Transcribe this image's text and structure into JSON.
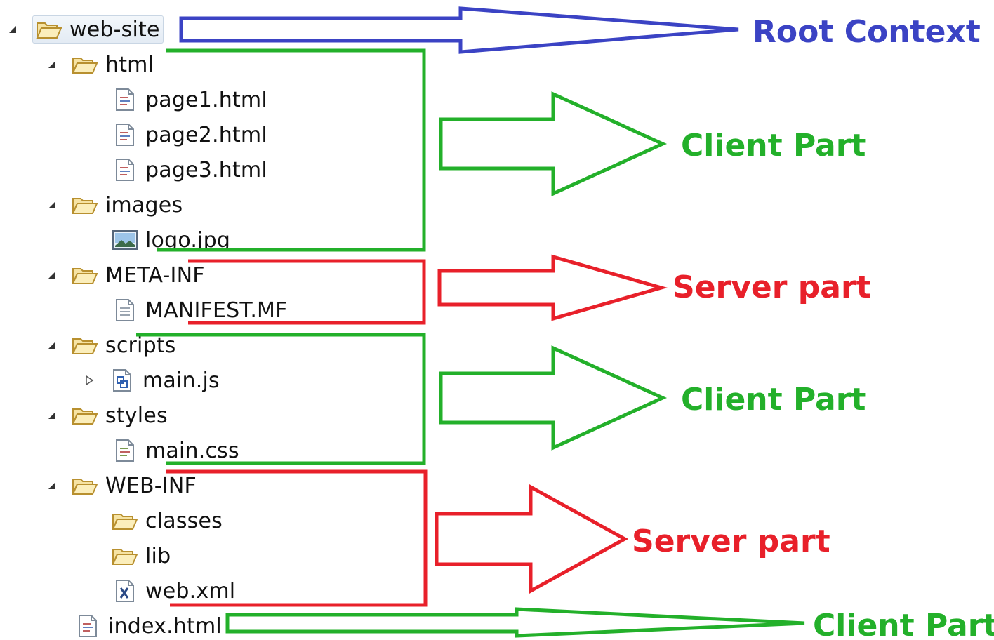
{
  "tree": [
    {
      "label": "web-site",
      "icon": "folder-icon",
      "twisty": "expanded",
      "selected": true
    },
    {
      "label": "html",
      "icon": "folder-icon",
      "twisty": "expanded"
    },
    {
      "label": "page1.html",
      "icon": "html-file-icon",
      "twisty": "none"
    },
    {
      "label": "page2.html",
      "icon": "html-file-icon",
      "twisty": "none"
    },
    {
      "label": "page3.html",
      "icon": "html-file-icon",
      "twisty": "none"
    },
    {
      "label": "images",
      "icon": "folder-icon",
      "twisty": "expanded"
    },
    {
      "label": "logo.jpg",
      "icon": "image-file-icon",
      "twisty": "none"
    },
    {
      "label": "META-INF",
      "icon": "folder-icon",
      "twisty": "expanded"
    },
    {
      "label": "MANIFEST.MF",
      "icon": "text-file-icon",
      "twisty": "none"
    },
    {
      "label": "scripts",
      "icon": "folder-icon",
      "twisty": "expanded"
    },
    {
      "label": "main.js",
      "icon": "js-file-icon",
      "twisty": "collapsed"
    },
    {
      "label": "styles",
      "icon": "folder-icon",
      "twisty": "expanded"
    },
    {
      "label": "main.css",
      "icon": "css-file-icon",
      "twisty": "none"
    },
    {
      "label": "WEB-INF",
      "icon": "folder-icon",
      "twisty": "expanded"
    },
    {
      "label": "classes",
      "icon": "folder-icon",
      "twisty": "none"
    },
    {
      "label": "lib",
      "icon": "folder-icon",
      "twisty": "none"
    },
    {
      "label": "web.xml",
      "icon": "xml-file-icon",
      "twisty": "none"
    },
    {
      "label": "index.html",
      "icon": "html-file-icon",
      "twisty": "none"
    }
  ],
  "annotations": [
    {
      "text": "Root Context",
      "color": "#3b43c4"
    },
    {
      "text": "Client Part",
      "color": "#23b02a"
    },
    {
      "text": "Server part",
      "color": "#e8202a"
    },
    {
      "text": "Client Part",
      "color": "#23b02a"
    },
    {
      "text": "Server part",
      "color": "#e8202a"
    },
    {
      "text": "Client Part",
      "color": "#23b02a"
    }
  ],
  "colors": {
    "blue": "#3b43c4",
    "green": "#23b02a",
    "red": "#e8202a"
  }
}
